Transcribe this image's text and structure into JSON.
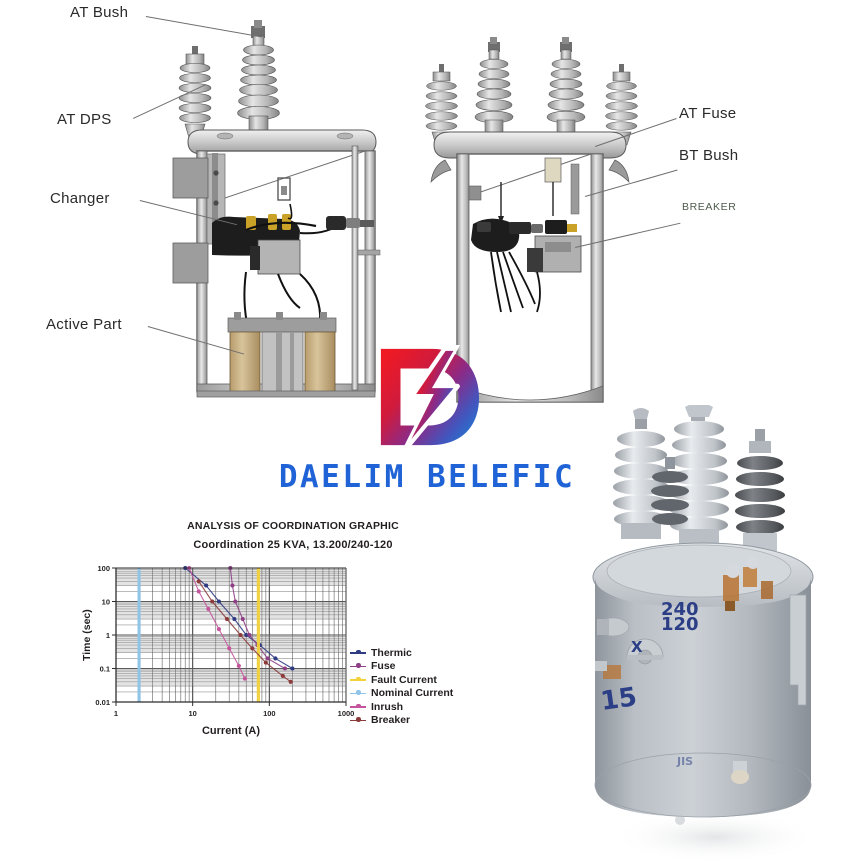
{
  "labels": {
    "at_bush": "AT Bush",
    "at_dps": "AT DPS",
    "changer": "Changer",
    "active_part": "Active Part",
    "at_fuse": "AT Fuse",
    "bt_bush": "BT Bush",
    "breaker": "BREAKER"
  },
  "brand": {
    "name": "DAELIM BELEFIC",
    "logo_icon": "lightning-bolt-d-logo",
    "color_start": "#e8131d",
    "color_end": "#1677d2",
    "wordmark_color": "#1f63d6"
  },
  "photo": {
    "alt_name": "pole-mounted-distribution-transformer-photo",
    "markings": [
      {
        "text": "240",
        "name": "voltage-marking-240"
      },
      {
        "text": "120",
        "name": "voltage-marking-120"
      },
      {
        "text": "X",
        "name": "terminal-marking-x"
      },
      {
        "text": "15",
        "name": "rating-marking-15"
      }
    ]
  },
  "chart_data": {
    "type": "line",
    "title": "ANALYSIS OF COORDINATION GRAPHIC",
    "subtitle": "Coordination 25 KVA, 13.200/240-120",
    "xlabel": "Current (A)",
    "ylabel": "Time (sec)",
    "xscale": "log",
    "yscale": "log",
    "xlim": [
      1,
      1000
    ],
    "ylim": [
      0.01,
      100
    ],
    "xticks": [
      "1",
      "10",
      "100",
      "1000"
    ],
    "yticks": [
      "0.01",
      "0.1",
      "1",
      "10",
      "100"
    ],
    "grid": true,
    "legend_position": "right",
    "series": [
      {
        "name": "Thermic",
        "color": "#2e3a82",
        "style": "line-marker",
        "points": [
          [
            8,
            100
          ],
          [
            15,
            30
          ],
          [
            22,
            10
          ],
          [
            35,
            3
          ],
          [
            50,
            1
          ],
          [
            75,
            0.5
          ],
          [
            120,
            0.2
          ],
          [
            200,
            0.1
          ]
        ]
      },
      {
        "name": "Fuse",
        "color": "#8e3f86",
        "style": "line-marker",
        "points": [
          [
            31,
            100
          ],
          [
            33,
            30
          ],
          [
            36,
            10
          ],
          [
            45,
            3
          ],
          [
            55,
            1
          ],
          [
            70,
            0.5
          ],
          [
            95,
            0.2
          ],
          [
            160,
            0.1
          ]
        ]
      },
      {
        "name": "Fault Current",
        "color": "#f2d23b",
        "style": "vertical-line",
        "x": 72
      },
      {
        "name": "Nominal Current",
        "color": "#8fc5e8",
        "style": "vertical-line",
        "x": 2
      },
      {
        "name": "Inrush",
        "color": "#c4559c",
        "style": "line-marker",
        "points": [
          [
            9,
            100
          ],
          [
            12,
            20
          ],
          [
            16,
            6
          ],
          [
            22,
            1.5
          ],
          [
            30,
            0.4
          ],
          [
            40,
            0.12
          ],
          [
            48,
            0.05
          ]
        ]
      },
      {
        "name": "Breaker",
        "color": "#8c3a3a",
        "style": "line-marker",
        "points": [
          [
            12,
            40
          ],
          [
            18,
            10
          ],
          [
            28,
            3
          ],
          [
            42,
            1
          ],
          [
            60,
            0.4
          ],
          [
            90,
            0.15
          ],
          [
            150,
            0.06
          ],
          [
            190,
            0.04
          ]
        ]
      }
    ]
  }
}
